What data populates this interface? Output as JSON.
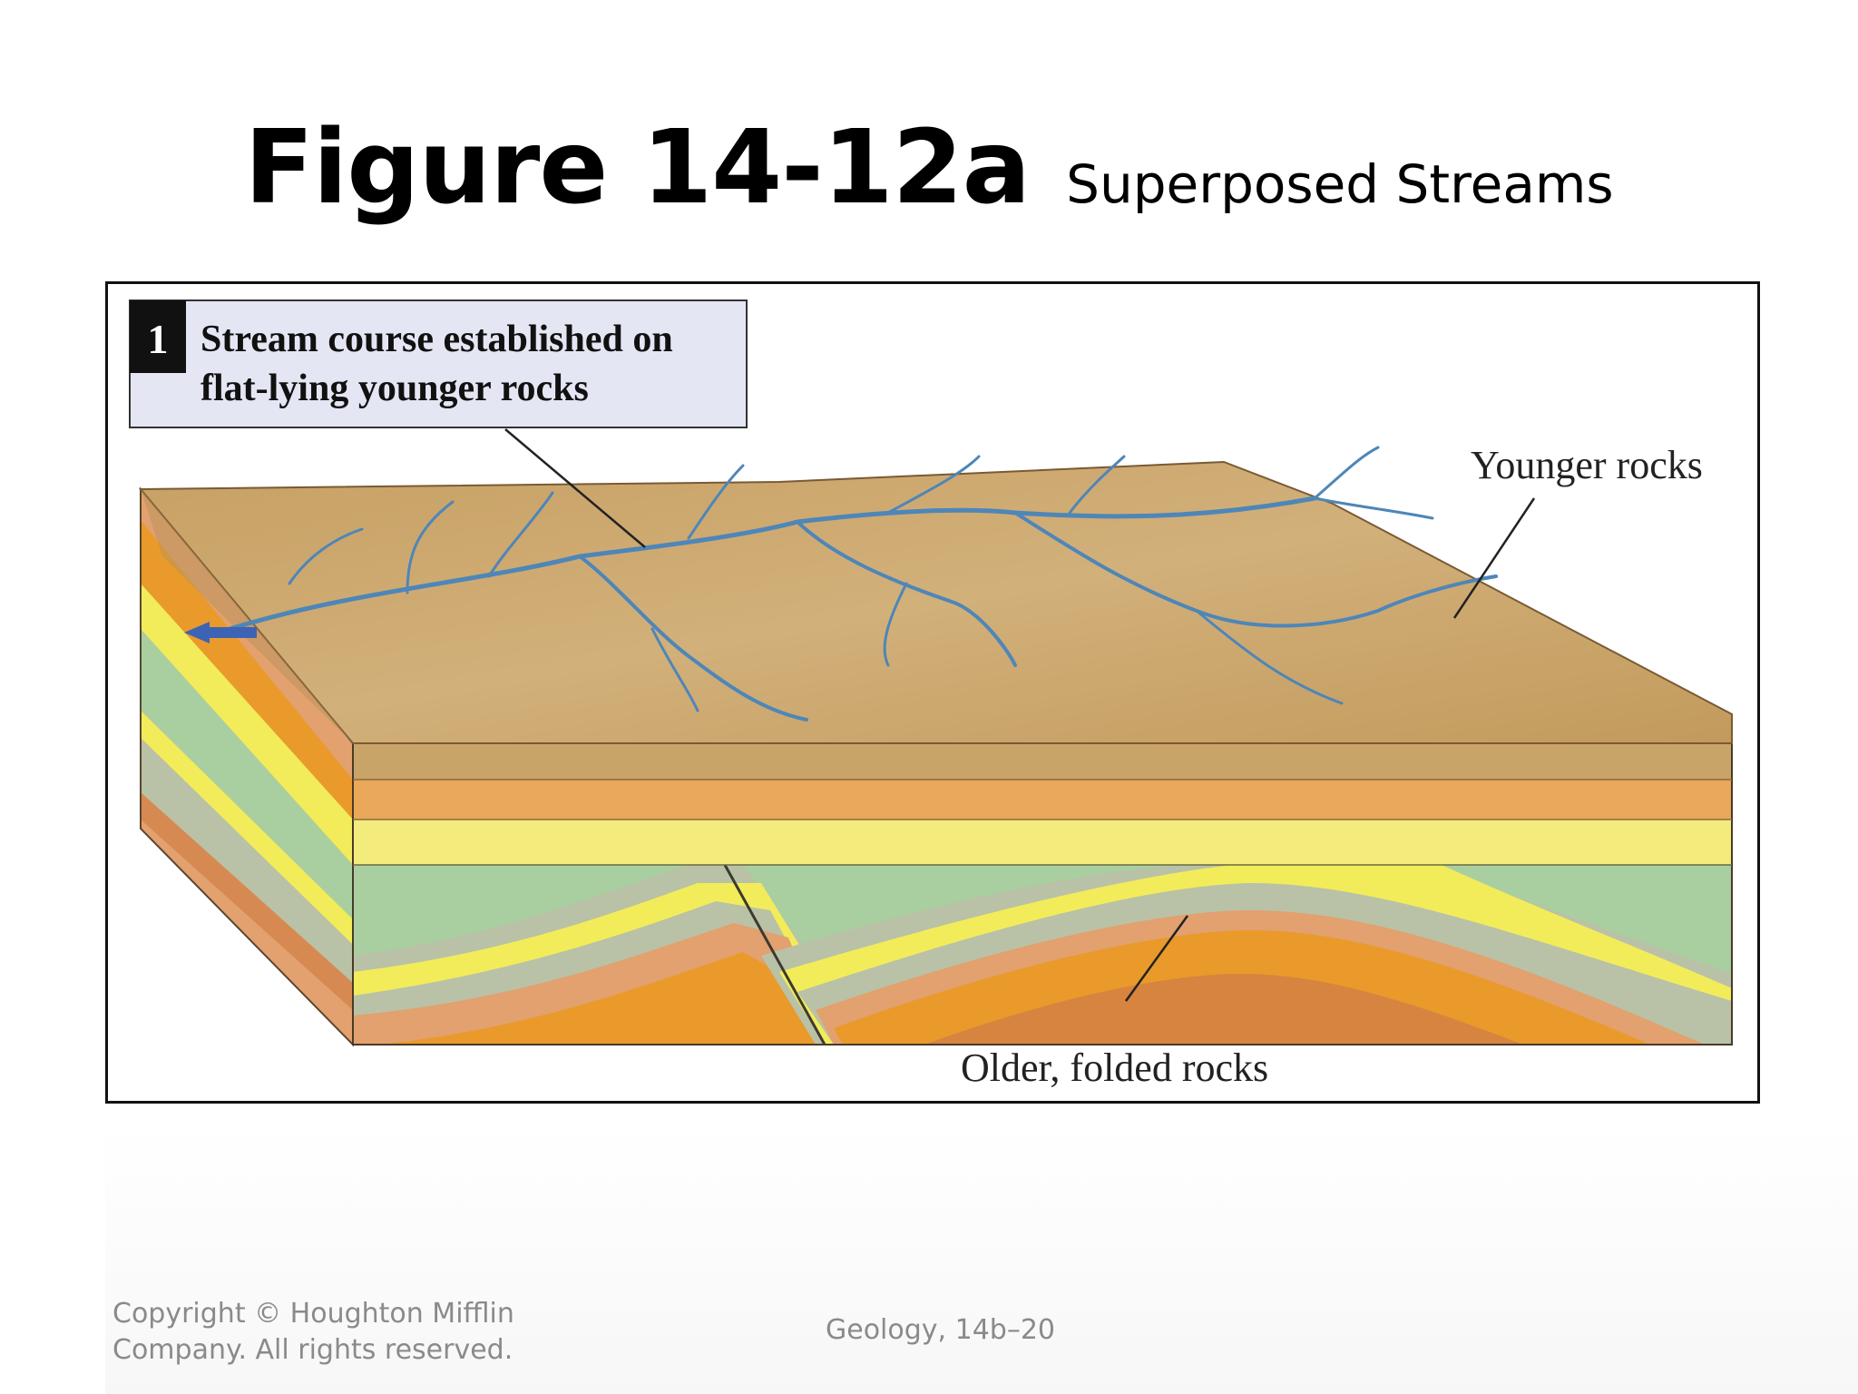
{
  "header": {
    "title": "Figure 14-12a",
    "subtitle": "Superposed Streams"
  },
  "figure": {
    "step_number": "1",
    "step_caption_line1": "Stream course established on",
    "step_caption_line2": "flat-lying younger rocks",
    "label_younger": "Younger rocks",
    "label_older": "Older, folded rocks",
    "colors": {
      "surface": "#c9a468",
      "stream": "#4e86b8",
      "orange_layer": "#e99a2a",
      "yellow_layer": "#f2ec5a",
      "green_layer": "#a9cfa0",
      "grey_layer": "#b9c2a6",
      "salmon_layer": "#e2a16e",
      "caption_box": "#e4e6f4"
    }
  },
  "footer": {
    "copyright": "Copyright © Houghton Mifflin Company. All rights reserved.",
    "slide_ref": "Geology, 14b–20"
  }
}
